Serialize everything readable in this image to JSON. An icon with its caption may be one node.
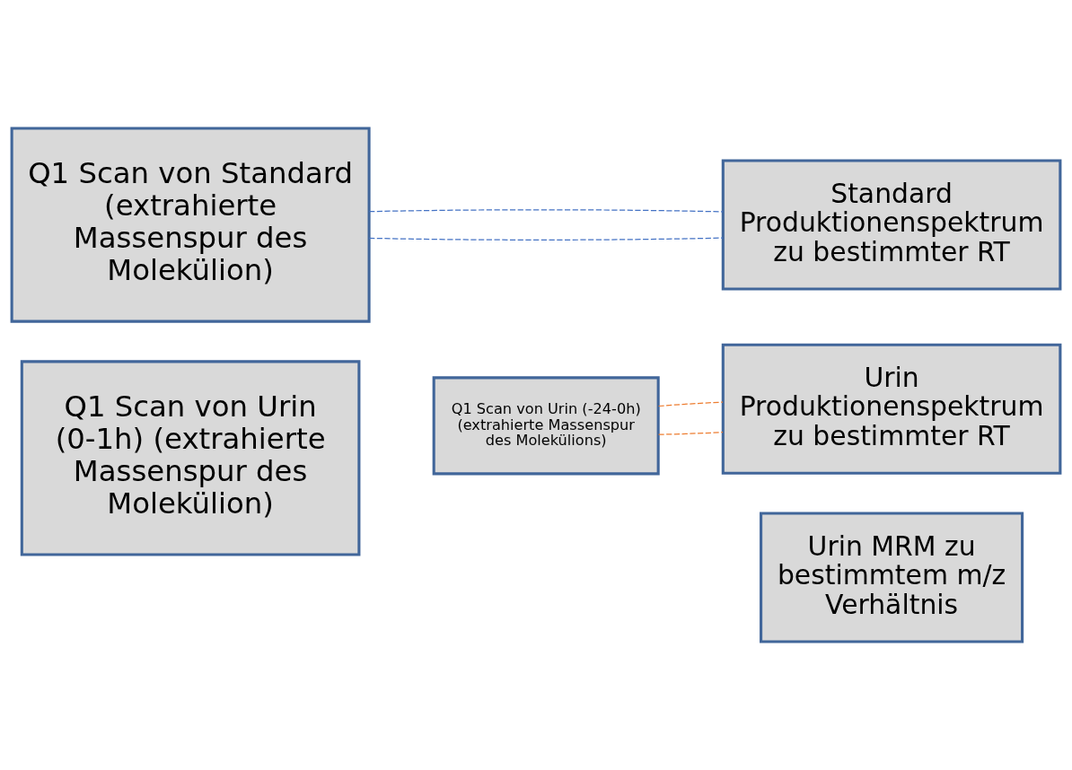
{
  "diagram": {
    "nodes": [
      {
        "text": [
          "Q1 Scan von Standard (extrahierte Massenspur des Molekülion)"
        ]
      },
      {
        "text": [
          "Standard Produktionenspektrum zu bestimmter RT"
        ]
      },
      {
        "text": [
          "Urin Produktionenspektrum zu bestimmter RT"
        ]
      },
      {
        "text": [
          "Q1 Scan von Urin (-24-0h) (extrahierte Massenspur des Molekülions)"
        ]
      },
      {
        "text": [
          "Q1 Scan von Urin (0-1h) (extrahierte Massenspur des Molekülion)"
        ]
      },
      {
        "text": [
          "Urin MRM zu bestimmtem m/z Verhältnis"
        ]
      }
    ],
    "edges": [
      {
        "from": 0,
        "to": 1,
        "arrow": "none",
        "style": "dashed",
        "color": "#4472c4"
      },
      {
        "from": 0,
        "to": 1,
        "arrow": "none",
        "style": "dashed",
        "color": "#4472c4"
      },
      {
        "from": 3,
        "to": 2,
        "arrow": "none",
        "style": "dashed",
        "color": "#ed7d31"
      },
      {
        "from": 3,
        "to": 2,
        "arrow": "none",
        "style": "dashed",
        "color": "#ed7d31"
      }
    ]
  }
}
